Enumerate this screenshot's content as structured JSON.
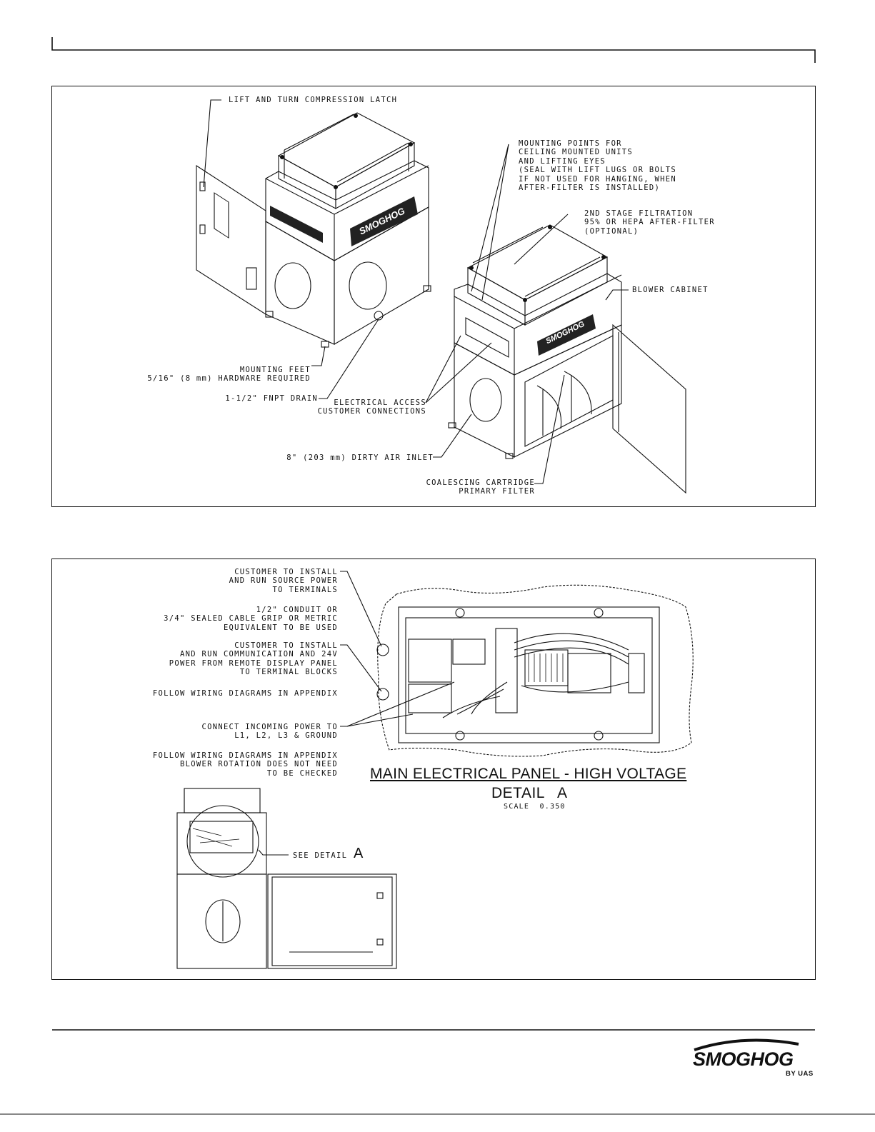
{
  "figure1": {
    "callouts": {
      "latch": "LIFT AND TURN COMPRESSION LATCH",
      "mounting_points": "MOUNTING POINTS FOR\nCEILING MOUNTED UNITS\nAND LIFTING EYES\n(SEAL WITH LIFT LUGS OR BOLTS\nIF NOT USED FOR HANGING, WHEN\nAFTER-FILTER IS INSTALLED)",
      "second_stage": "2ND STAGE FILTRATION\n95% OR HEPA AFTER-FILTER\n(OPTIONAL)",
      "blower_cabinet": "BLOWER CABINET",
      "mounting_feet": "MOUNTING FEET\n5/16\" (8 mm) HARDWARE REQUIRED",
      "drain": "1-1/2\" FNPT DRAIN",
      "electrical_access": "ELECTRICAL ACCESS\nCUSTOMER CONNECTIONS",
      "dirty_air_inlet": "8\" (203 mm) DIRTY AIR INLET",
      "coalescing": "COALESCING CARTRIDGE\nPRIMARY FILTER"
    },
    "unit_logo": "SMOGHOG"
  },
  "figure2": {
    "callouts": {
      "source_power": "CUSTOMER TO INSTALL\nAND RUN SOURCE POWER\nTO TERMINALS",
      "conduit": "1/2\" CONDUIT OR\n3/4\" SEALED CABLE GRIP OR METRIC\nEQUIVALENT TO BE USED",
      "communication": "CUSTOMER TO INSTALL\nAND RUN COMMUNICATION AND 24V\nPOWER FROM REMOTE DISPLAY PANEL\nTO TERMINAL BLOCKS",
      "follow_wiring_1": "FOLLOW WIRING DIAGRAMS IN APPENDIX",
      "incoming_power": "CONNECT INCOMING POWER TO\nL1, L2, L3 & GROUND",
      "follow_wiring_2": "FOLLOW WIRING DIAGRAMS IN APPENDIX\nBLOWER ROTATION DOES NOT NEED\nTO BE CHECKED",
      "see_detail": "SEE DETAIL",
      "see_detail_letter": "A"
    },
    "detail_title": "MAIN ELECTRICAL PANEL - HIGH VOLTAGE",
    "detail_subtitle": "DETAIL   A",
    "detail_scale": "SCALE  0.350"
  },
  "footer": {
    "brand": "SMOGHOG",
    "brand_sub": "BY UAS"
  }
}
